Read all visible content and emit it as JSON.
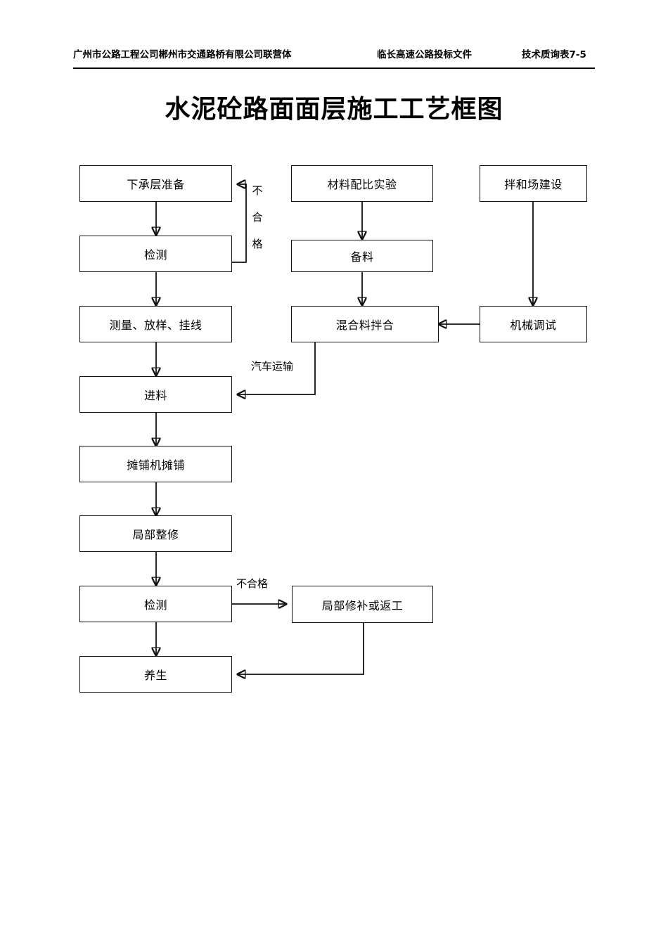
{
  "header": {
    "left": "广州市公路工程公司郴州市交通路桥有限公司联营体",
    "center": "临长高速公路投标文件",
    "right": "技术质询表7-5"
  },
  "title": "水泥砼路面面层施工工艺框图",
  "flowchart": {
    "nodes": [
      {
        "id": "subgrade-prep",
        "label": "下承层准备"
      },
      {
        "id": "inspection-1",
        "label": "检测"
      },
      {
        "id": "survey-setout",
        "label": "测量、放样、挂线"
      },
      {
        "id": "feeding",
        "label": "进料"
      },
      {
        "id": "paver-paving",
        "label": "摊铺机摊铺"
      },
      {
        "id": "local-finishing",
        "label": "局部整修"
      },
      {
        "id": "inspection-2",
        "label": "检测"
      },
      {
        "id": "curing",
        "label": "养生"
      },
      {
        "id": "mix-design-test",
        "label": "材料配比实验"
      },
      {
        "id": "material-prep",
        "label": "备料"
      },
      {
        "id": "mixing",
        "label": "混合料拌合"
      },
      {
        "id": "repair-or-redo",
        "label": "局部修补或返工"
      },
      {
        "id": "plant-construct",
        "label": "拌和场建设"
      },
      {
        "id": "machine-tuning",
        "label": "机械调试"
      }
    ],
    "edge_labels": {
      "reject_vertical": "不合格",
      "truck_transport": "汽车运输",
      "reject_horizontal": "不合格"
    }
  },
  "colors": {
    "ink": "#111111",
    "paper": "#ffffff"
  }
}
